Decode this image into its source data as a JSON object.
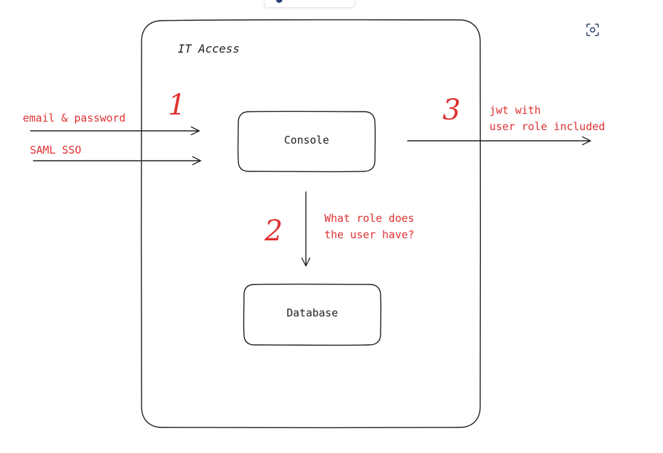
{
  "colors": {
    "ink": "#1e1e1e",
    "annotation": "#e03131"
  },
  "icons": {
    "zoom": "focus-frame-icon"
  },
  "diagram": {
    "frame_label": "IT Access",
    "nodes": {
      "console": "Console",
      "database": "Database"
    },
    "inputs": {
      "email_password": "email & password",
      "saml_sso": "SAML SSO"
    },
    "steps": [
      {
        "number": "1"
      },
      {
        "number": "2",
        "note_lines": [
          "What role does",
          "the user have?"
        ]
      },
      {
        "number": "3",
        "note_lines": [
          "jwt with",
          "user role included"
        ]
      }
    ]
  }
}
